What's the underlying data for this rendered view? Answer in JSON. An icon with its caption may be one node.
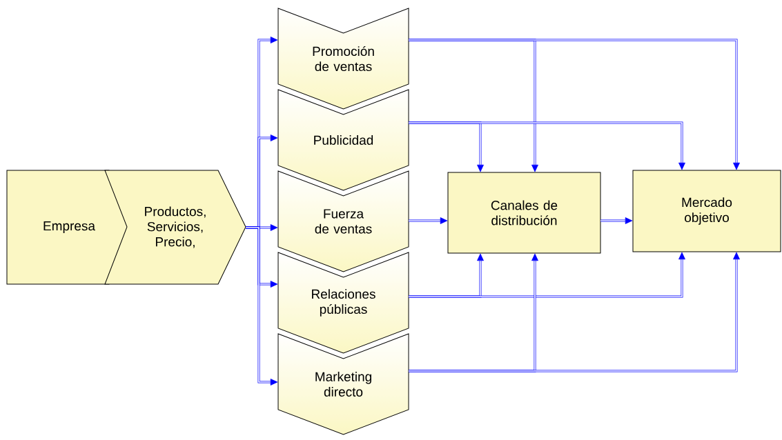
{
  "diagram": {
    "nodes": [
      {
        "text": [
          "Empresa"
        ]
      },
      {
        "text": [
          "Productos, Servicios, Precio,"
        ]
      },
      {
        "text": [
          "Promoción de ventas"
        ]
      },
      {
        "text": [
          "Publicidad"
        ]
      },
      {
        "text": [
          "Fuerza de ventas"
        ]
      },
      {
        "text": [
          "Relaciones públicas"
        ]
      },
      {
        "text": [
          "Marketing directo"
        ]
      },
      {
        "text": [
          "Canales de distribución"
        ]
      },
      {
        "text": [
          "Mercado objetivo"
        ]
      }
    ],
    "edges": [
      {
        "from": 1,
        "to": 2,
        "arrow": "to"
      },
      {
        "from": 1,
        "to": 3,
        "arrow": "to"
      },
      {
        "from": 1,
        "to": 4,
        "arrow": "to"
      },
      {
        "from": 1,
        "to": 5,
        "arrow": "to"
      },
      {
        "from": 1,
        "to": 6,
        "arrow": "to"
      },
      {
        "from": 2,
        "to": 7,
        "arrow": "to"
      },
      {
        "from": 2,
        "to": 8,
        "arrow": "to"
      },
      {
        "from": 3,
        "to": 7,
        "arrow": "to"
      },
      {
        "from": 3,
        "to": 8,
        "arrow": "to"
      },
      {
        "from": 4,
        "to": 7,
        "arrow": "to"
      },
      {
        "from": 7,
        "to": 8,
        "arrow": "to"
      },
      {
        "from": 5,
        "to": 7,
        "arrow": "to"
      },
      {
        "from": 5,
        "to": 8,
        "arrow": "to"
      },
      {
        "from": 6,
        "to": 7,
        "arrow": "to"
      },
      {
        "from": 6,
        "to": 8,
        "arrow": "to"
      }
    ]
  }
}
